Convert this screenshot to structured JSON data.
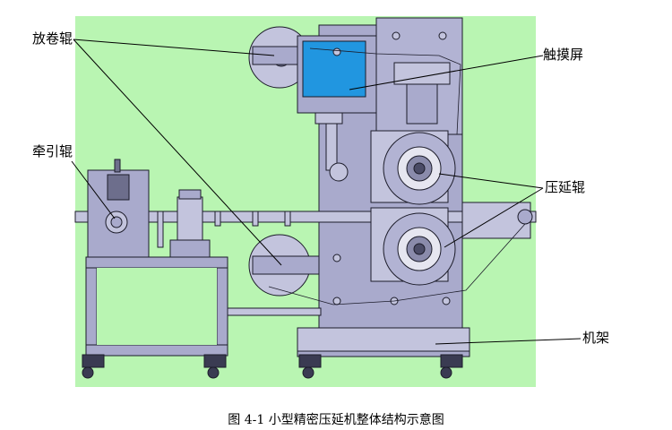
{
  "labels": {
    "unwind_roller": "放卷辊",
    "touch_screen": "触摸屏",
    "traction_roller": "牵引辊",
    "calender_roller": "压延辊",
    "frame": "机架"
  },
  "caption": "图 4-1  小型精密压延机整体结构示意图",
  "colors": {
    "background": "#b9f5b2",
    "machine": "#a9aacc",
    "machine_light": "#c3c4dd",
    "stroke": "#1c1c2a",
    "screen": "#2196e0",
    "leader": "#000000"
  }
}
